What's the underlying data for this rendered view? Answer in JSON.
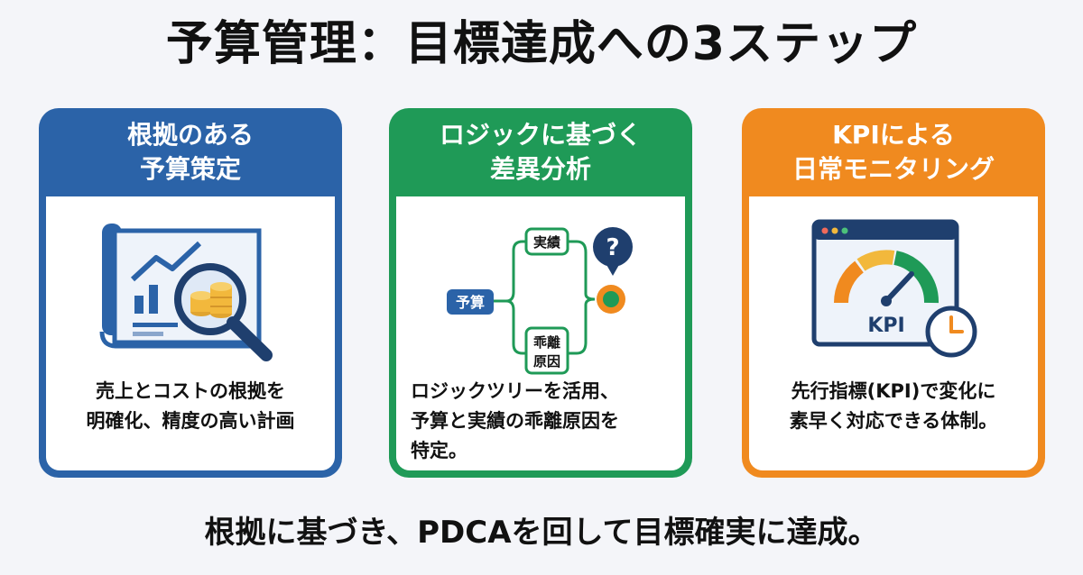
{
  "title": "予算管理：目標達成への3ステップ",
  "steps": [
    {
      "head_line1": "根拠のある",
      "head_line2": "予算策定",
      "desc_line1": "売上とコストの根拠を",
      "desc_line2": "明確化、精度の高い計画",
      "icon": "chart-magnifier-coins-icon",
      "color": "#2b63a8"
    },
    {
      "head_line1": "ロジックに基づく",
      "head_line2": "差異分析",
      "desc_line1": "ロジックツリーを活用、",
      "desc_line2": "予算と実績の乖離原因を",
      "desc_line3": "特定。",
      "tree": {
        "root": "予算",
        "branch_top": "実績",
        "branch_bottom_line1": "乖離",
        "branch_bottom_line2": "原因",
        "question": "?"
      },
      "icon": "logic-tree-icon",
      "color": "#1f9a57"
    },
    {
      "head_line1": "KPIによる",
      "head_line2": "日常モニタリング",
      "desc_line1": "先行指標(KPI)で変化に",
      "desc_line2": "素早く対応できる体制。",
      "gauge_label": "KPI",
      "icon": "kpi-gauge-clock-icon",
      "color": "#f08a1f"
    }
  ],
  "footer": "根拠に基づき、PDCAを回して目標確実に達成。"
}
